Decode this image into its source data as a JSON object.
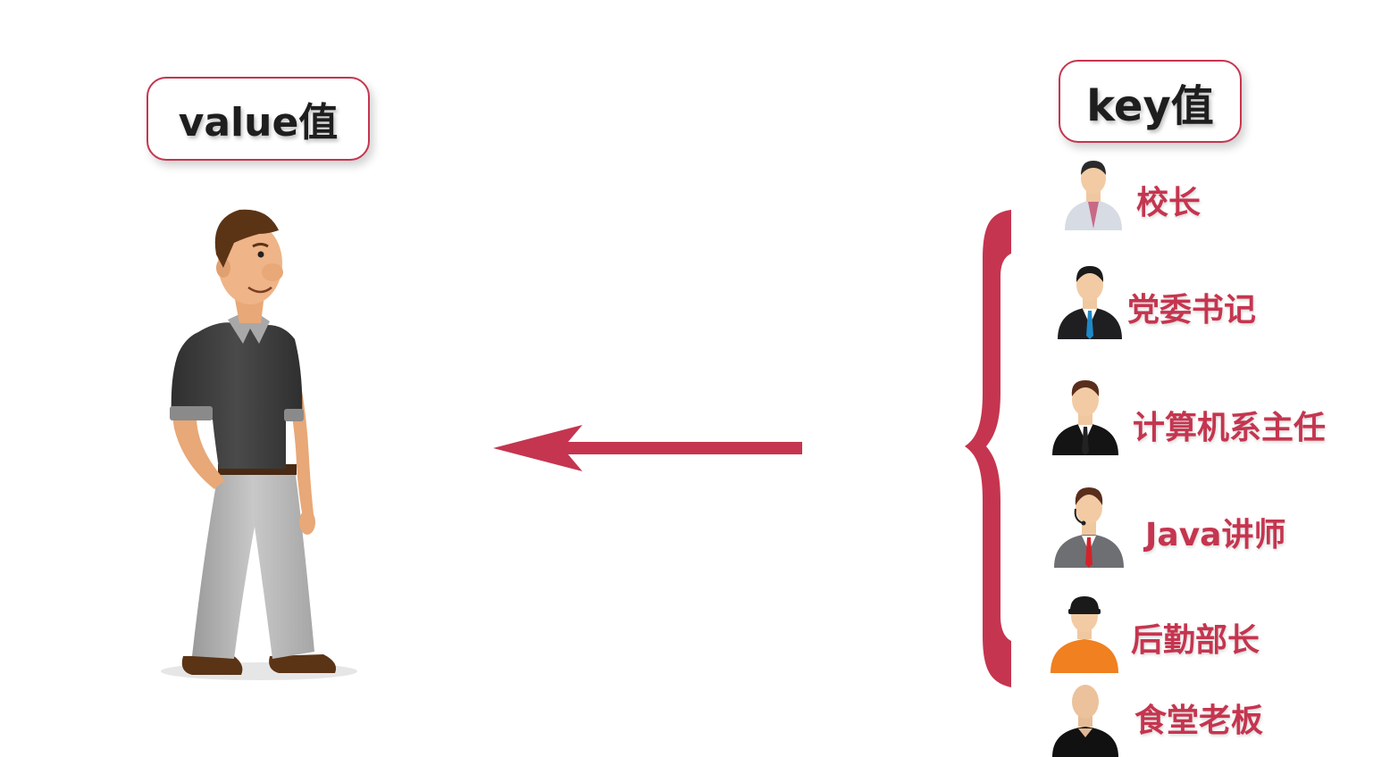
{
  "value_label": "value值",
  "key_label": "key值",
  "roles": [
    {
      "label": "校长",
      "icon": "principal-avatar-icon"
    },
    {
      "label": "党委书记",
      "icon": "party-secretary-avatar-icon"
    },
    {
      "label": "计算机系主任",
      "icon": "cs-dept-director-avatar-icon"
    },
    {
      "label": "Java讲师",
      "icon": "java-lecturer-avatar-icon"
    },
    {
      "label": "后勤部长",
      "icon": "logistics-head-avatar-icon"
    },
    {
      "label": "食堂老板",
      "icon": "canteen-owner-avatar-icon"
    }
  ],
  "colors": {
    "accent": "#c5354f",
    "text": "#1e1e1e"
  }
}
